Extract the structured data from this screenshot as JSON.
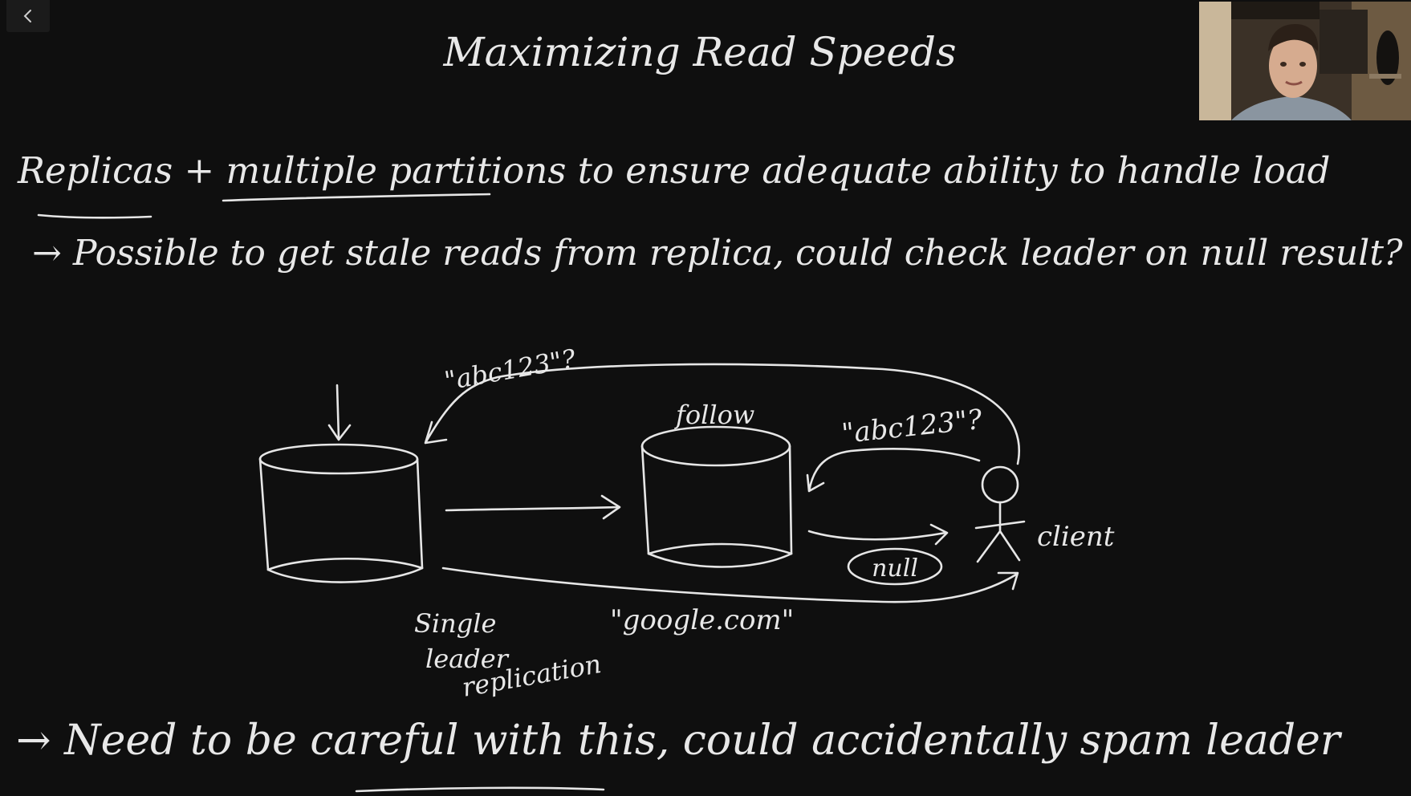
{
  "slide": {
    "title": "Maximizing Read Speeds",
    "line1": "Replicas + multiple partitions to ensure adequate ability to handle load",
    "line2": "→ Possible to get stale reads from replica, could check leader on null result?",
    "bottom": "→ Need to be careful with this, could accidentally spam leader"
  },
  "diagram": {
    "query_to_leader": "\"abc123\"?",
    "follower_label": "follow",
    "query_to_follower": "\"abc123\"?",
    "null_label": "null",
    "client_label": "client",
    "single_leader_line1": "Single",
    "single_leader_line2": "leader",
    "single_leader_line3": "replication",
    "leader_result": "\"google.com\""
  },
  "icons": {
    "back": "chevron-left-icon",
    "webcam": "webcam-video"
  },
  "colors": {
    "background": "#0f0f0f",
    "ink": "#e8e8e8"
  }
}
